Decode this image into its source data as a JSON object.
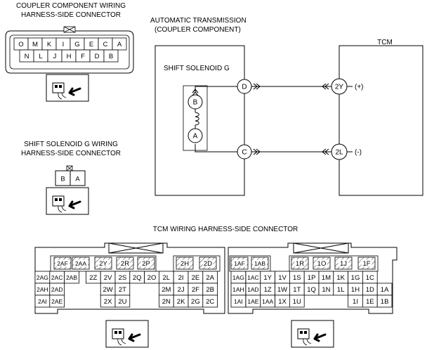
{
  "titles": {
    "coupler_line1": "COUPLER COMPONENT WIRING",
    "coupler_line2": "HARNESS-SIDE CONNECTOR",
    "solenoid_line1": "SHIFT SOLENOID G WIRING",
    "solenoid_line2": "HARNESS-SIDE CONNECTOR",
    "at_line1": "AUTOMATIC TRANSMISSION",
    "at_line2": "(COUPLER COMPONENT)",
    "shift_solenoid": "SHIFT SOLENOID G",
    "tcm": "TCM",
    "tcm_connector": "TCM WIRING HARNESS-SIDE CONNECTOR"
  },
  "coupler_connector": {
    "row1": [
      "O",
      "M",
      "K",
      "I",
      "G",
      "E",
      "C",
      "A"
    ],
    "row2": [
      "N",
      "L",
      "J",
      "H",
      "F",
      "D",
      "B"
    ]
  },
  "solenoid_connector": {
    "pins": [
      "B",
      "A"
    ]
  },
  "circuit": {
    "solenoid_terminals": [
      "B",
      "A"
    ],
    "coupler_terminals": [
      "D",
      "C"
    ],
    "tcm_terminals": [
      {
        "id": "2Y",
        "polarity": "(+)"
      },
      {
        "id": "2L",
        "polarity": "(-)"
      }
    ]
  },
  "tcm_left": {
    "row1": [
      "2AF",
      "2AA",
      "2Y",
      "2R",
      "2P",
      "2H",
      "2D"
    ],
    "row2": [
      "2AG",
      "2AC",
      "2AB",
      "2Z",
      "2V",
      "2S",
      "2Q",
      "2O",
      "2L",
      "2I",
      "2E",
      "2A"
    ],
    "row3": [
      "2AH",
      "2AD",
      "2W",
      "2T",
      "2M",
      "2J",
      "2F",
      "2B"
    ],
    "row4": [
      "2AI",
      "2AE",
      "2X",
      "2U",
      "2N",
      "2K",
      "2G",
      "2C"
    ]
  },
  "tcm_right": {
    "row1": [
      "1AF",
      "1AB",
      "1R",
      "1O",
      "1J",
      "1F"
    ],
    "row2": [
      "1AG",
      "1AC",
      "1Y",
      "1V",
      "1S",
      "1P",
      "1M",
      "1K",
      "1G",
      "1C"
    ],
    "row3": [
      "1AH",
      "1AD",
      "1Z",
      "1W",
      "1T",
      "1Q",
      "1N",
      "1L",
      "1H",
      "1D",
      "1A"
    ],
    "row4": [
      "1AI",
      "1AE",
      "1AA",
      "1X",
      "1U",
      "1I",
      "1E",
      "1B"
    ]
  }
}
